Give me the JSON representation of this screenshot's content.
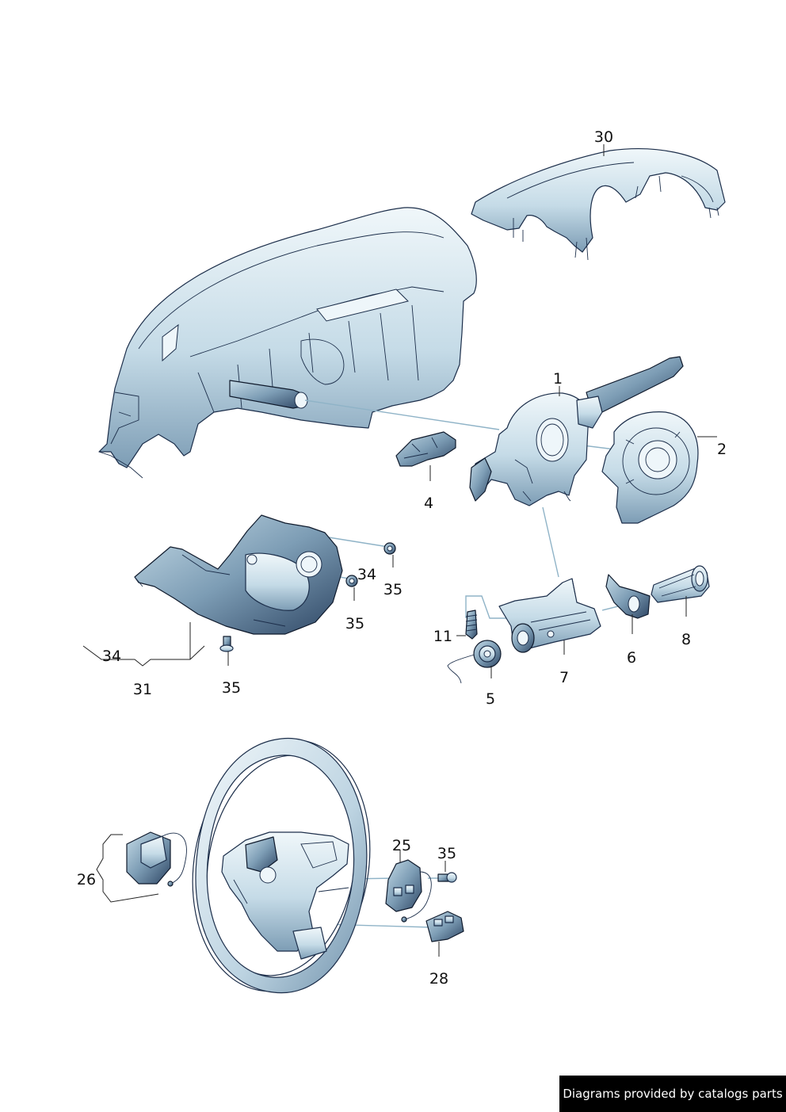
{
  "callouts": {
    "c1": "1",
    "c2": "2",
    "c4": "4",
    "c5": "5",
    "c6": "6",
    "c7": "7",
    "c8": "8",
    "c11": "11",
    "c25": "25",
    "c26": "26",
    "c28": "28",
    "c30": "30",
    "c31": "31",
    "c34a": "34",
    "c34b": "34",
    "c35a": "35",
    "c35b": "35",
    "c35c": "35",
    "c35d": "35"
  },
  "footer": {
    "text": "Diagrams provided by catalogs parts"
  },
  "colors": {
    "part_light": "#e4eff5",
    "part_mid": "#a8c4d6",
    "part_dark": "#5a7894",
    "outline": "#1c2e4a",
    "dash": "#8fb3c7"
  }
}
